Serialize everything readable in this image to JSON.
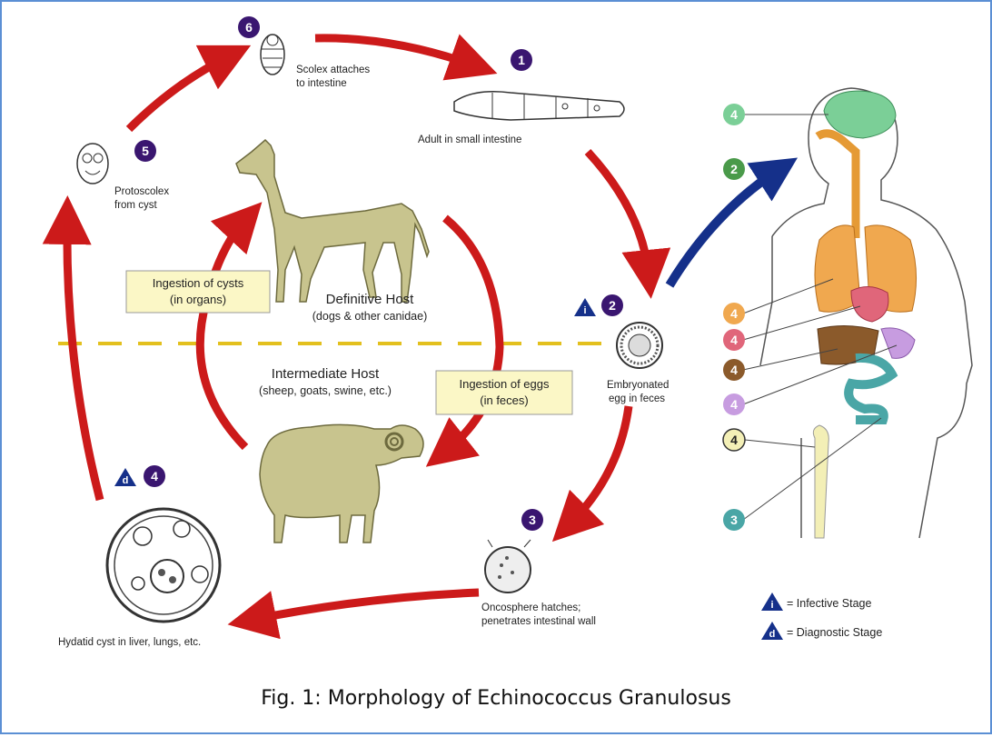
{
  "stages": {
    "s1": "Adult in small intestine",
    "s2_l1": "Embryonated",
    "s2_l2": "egg in feces",
    "s3_l1": "Oncosphere hatches;",
    "s3_l2": "penetrates intestinal wall",
    "s4": "Hydatid cyst in liver, lungs, etc.",
    "s5_l1": "Protoscolex",
    "s5_l2": "from cyst",
    "s6_l1": "Scolex attaches",
    "s6_l2": "to intestine"
  },
  "numbers": {
    "n1": "1",
    "n2": "2",
    "n3": "3",
    "n4": "4",
    "n5": "5",
    "n6": "6"
  },
  "hosts": {
    "definitive": "Definitive Host",
    "definitive_sub": "(dogs & other canidae)",
    "intermediate": "Intermediate Host",
    "intermediate_sub": "(sheep, goats, swine, etc.)"
  },
  "boxes": {
    "cysts_l1": "Ingestion of cysts",
    "cysts_l2": "(in organs)",
    "eggs_l1": "Ingestion of eggs",
    "eggs_l2": "(in feces)"
  },
  "markers": {
    "infective": "i",
    "diagnostic": "d"
  },
  "legend": {
    "infective": "= Infective Stage",
    "diagnostic": "= Diagnostic Stage"
  },
  "human_markers": {
    "brain": "4",
    "path": "2",
    "lungs": "4",
    "heart": "4",
    "liver": "4",
    "stomach": "4",
    "bone": "4",
    "intestine": "3"
  },
  "colors": {
    "arrow_red": "#cc1a1a",
    "arrow_blue": "#15308a",
    "badge_purple": "#3a1670",
    "animal_fill": "#c8c48e",
    "box_fill": "#fbf7c6",
    "dashed_line": "#e3c01e",
    "frame_border": "#5b8fd4"
  },
  "caption": "Fig. 1: Morphology of Echinococcus Granulosus"
}
